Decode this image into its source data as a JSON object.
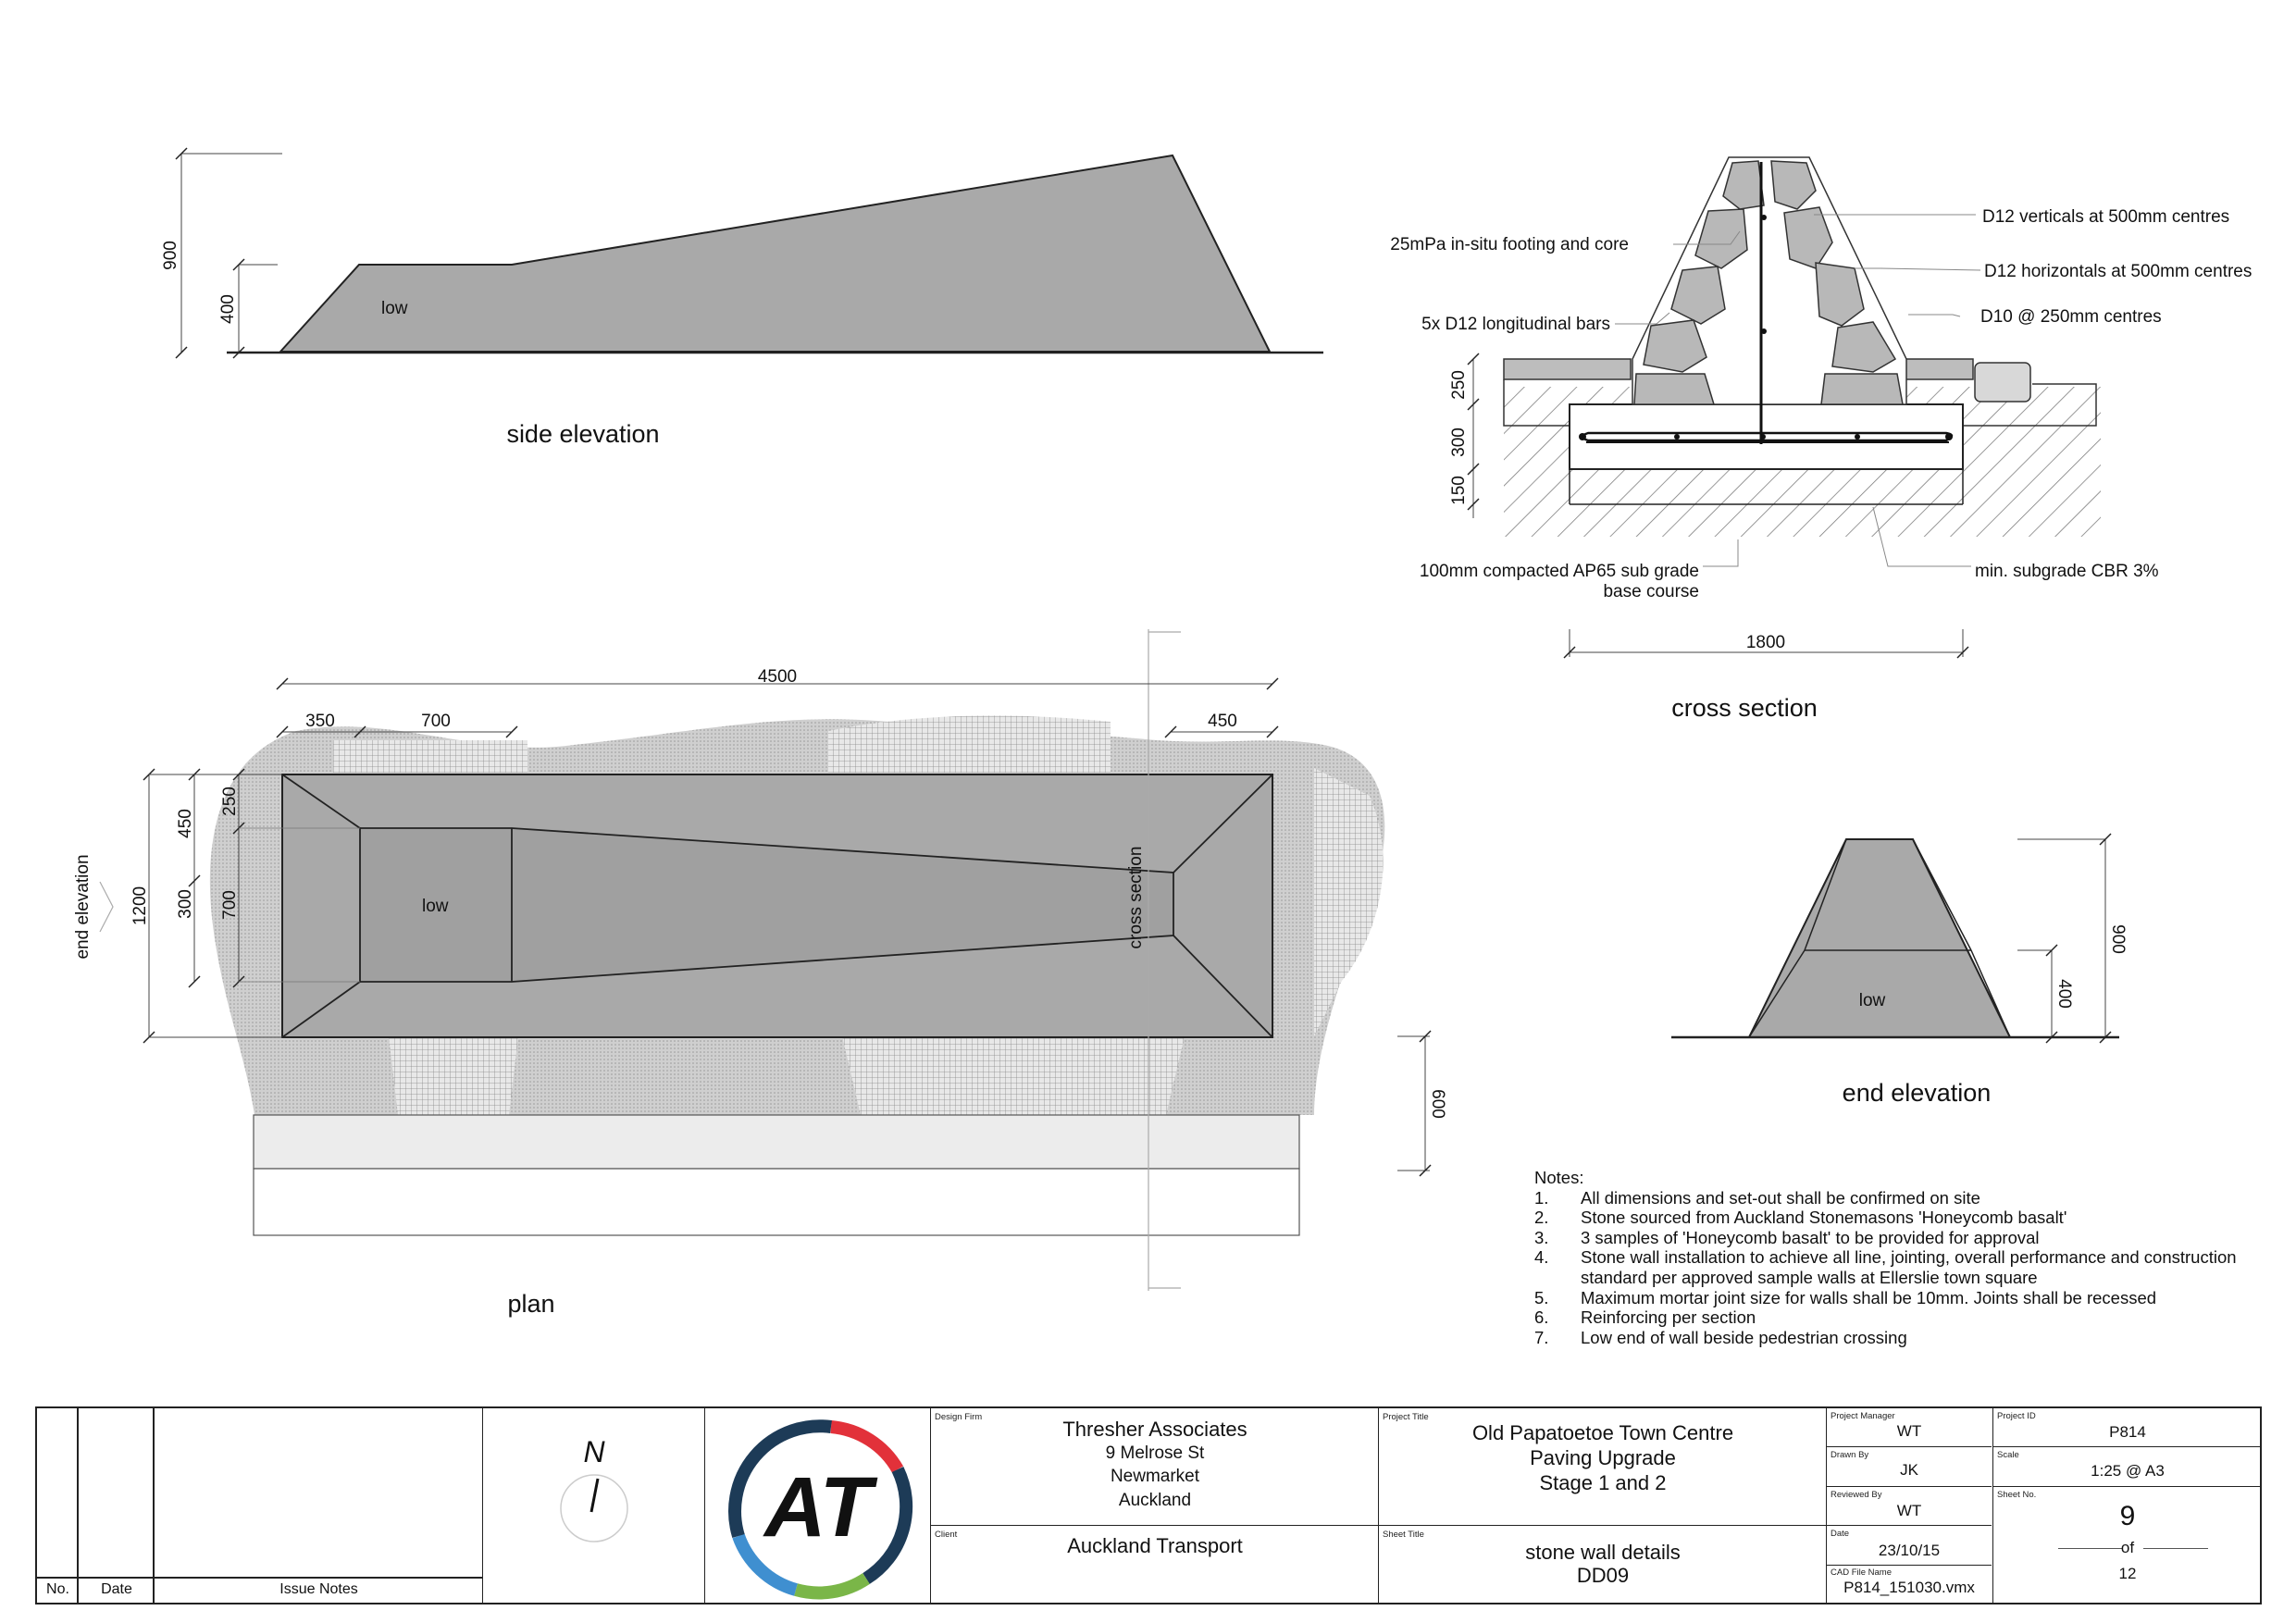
{
  "drawing": {
    "side_elevation": {
      "title": "side elevation",
      "low_label": "low",
      "dims": {
        "total_height": "900",
        "low_height": "400"
      }
    },
    "cross_section": {
      "title": "cross section",
      "callouts": {
        "footing": "25mPa in-situ footing and core",
        "long_bars": "5x D12 longitudinal bars",
        "verticals": "D12 verticals at 500mm centres",
        "horizontals": "D12 horizontals at 500mm centres",
        "d10": "D10 @ 250mm centres",
        "subgrade_line1": "100mm compacted AP65 sub grade",
        "subgrade_line2": "base course",
        "cbr": "min. subgrade CBR 3%"
      },
      "dims": {
        "d250": "250",
        "d300": "300",
        "d150": "150",
        "width": "1800"
      }
    },
    "plan": {
      "title": "plan",
      "low_label": "low",
      "section_marker": "cross section",
      "end_marker": "end elevation",
      "dims": {
        "total_length": "4500",
        "d350": "350",
        "d700_top": "700",
        "d450_right": "450",
        "width": "1200",
        "d450": "450",
        "d300": "300",
        "d250": "250",
        "d700": "700",
        "d600": "600"
      }
    },
    "end_elevation": {
      "title": "end elevation",
      "low_label": "low",
      "dims": {
        "total_height": "900",
        "low_height": "400"
      }
    }
  },
  "notes": {
    "heading": "Notes:",
    "items": [
      {
        "n": "1.",
        "text": "All dimensions and set-out shall be confirmed on site"
      },
      {
        "n": "2.",
        "text": "Stone sourced from Auckland Stonemasons 'Honeycomb basalt'"
      },
      {
        "n": "3.",
        "text": "3 samples of 'Honeycomb basalt' to be provided for approval"
      },
      {
        "n": "4.",
        "text": "Stone wall installation to achieve all line, jointing, overall performance and construction standard per approved  sample walls at Ellerslie town square"
      },
      {
        "n": "5.",
        "text": "Maximum mortar joint size for walls shall be 10mm. Joints shall be recessed"
      },
      {
        "n": "6.",
        "text": "Reinforcing per section"
      },
      {
        "n": "7.",
        "text": "Low end of wall beside pedestrian crossing"
      }
    ]
  },
  "title_block": {
    "revision_headers": {
      "no": "No.",
      "date": "Date",
      "issue_notes": "Issue Notes"
    },
    "north_label": "N",
    "design_firm_label": "Design Firm",
    "design_firm": [
      "Thresher Associates",
      "9 Melrose St",
      "Newmarket",
      "Auckland"
    ],
    "client_label": "Client",
    "client": "Auckland Transport",
    "project_title_label": "Project Title",
    "project_title": [
      "Old Papatoetoe Town Centre",
      "Paving Upgrade",
      "Stage 1 and 2"
    ],
    "sheet_title_label": "Sheet Title",
    "sheet_title": [
      "stone wall details",
      "DD09"
    ],
    "project_manager_label": "Project Manager",
    "project_manager": "WT",
    "drawn_by_label": "Drawn By",
    "drawn_by": "JK",
    "reviewed_by_label": "Reviewed By",
    "reviewed_by": "WT",
    "date_label": "Date",
    "date": "23/10/15",
    "cad_label": "CAD File Name",
    "cad_file": "P814_151030.vmx",
    "project_id_label": "Project ID",
    "project_id": "P814",
    "scale_label": "Scale",
    "scale": "1:25 @ A3",
    "sheet_no_label": "Sheet No.",
    "sheet_no": "9",
    "of_label": "of",
    "sheet_total": "12",
    "logo_text": "AT",
    "colors": {
      "logo_navy": "#1d3b57",
      "logo_red": "#e2313a",
      "logo_blue": "#3f8fd0",
      "logo_green": "#7ab648",
      "fill_grey": "#a9a9a9"
    }
  }
}
